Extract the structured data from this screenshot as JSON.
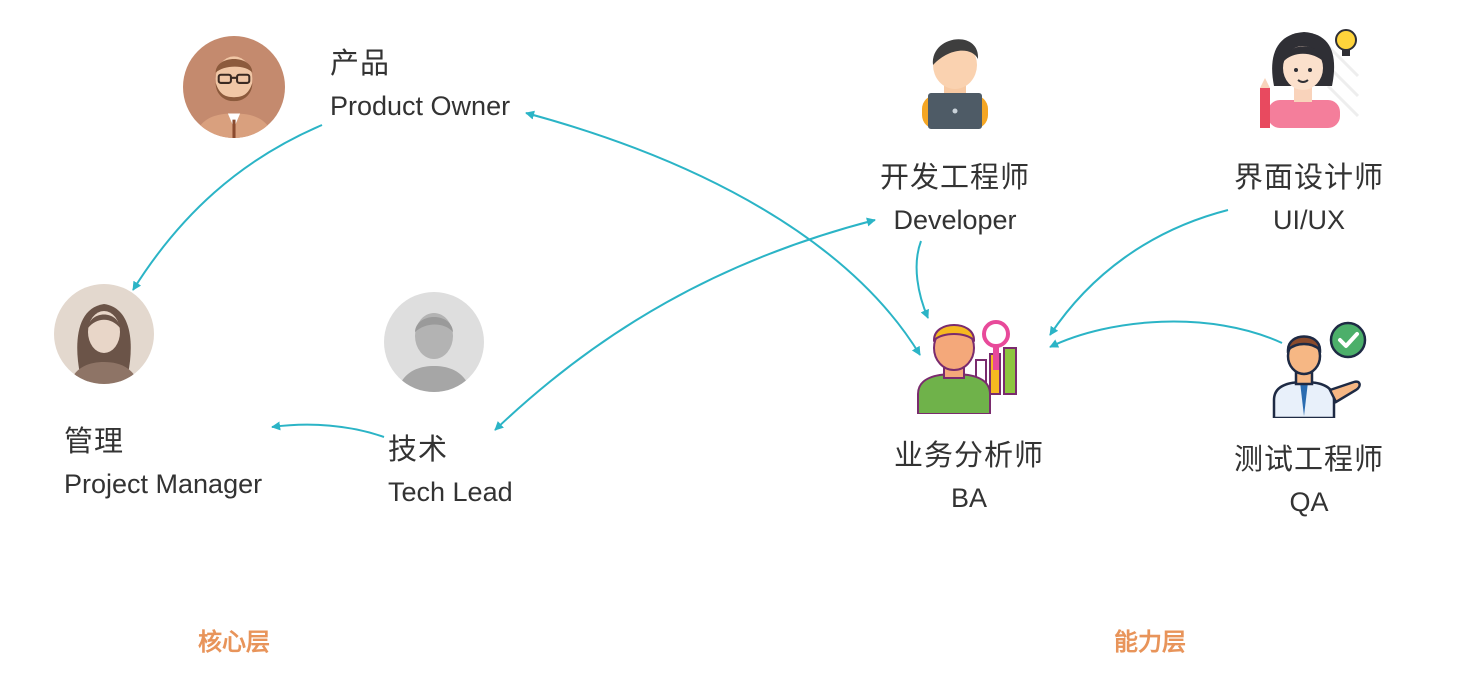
{
  "roles": {
    "po": {
      "zh": "产品",
      "en": "Product Owner"
    },
    "pm": {
      "zh": "管理",
      "en": "Project Manager"
    },
    "tl": {
      "zh": "技术",
      "en": "Tech Lead"
    },
    "dev": {
      "zh": "开发工程师",
      "en": "Developer"
    },
    "ux": {
      "zh": "界面设计师",
      "en": "UI/UX"
    },
    "ba": {
      "zh": "业务分析师",
      "en": "BA"
    },
    "qa": {
      "zh": "测试工程师",
      "en": "QA"
    }
  },
  "layers": {
    "core": "核心层",
    "capability": "能力层"
  },
  "colors": {
    "arrow": "#2BB4C6",
    "layer_label": "#E8945A",
    "text": "#333333"
  },
  "icons": {
    "po": "bearded-man-avatar-icon",
    "pm": "woman-avatar-icon",
    "tl": "default-person-avatar-icon",
    "dev": "developer-laptop-icon",
    "ux": "designer-lightbulb-icon",
    "ba": "analyst-magnifier-chart-icon",
    "qa": "tester-checkmark-icon"
  }
}
